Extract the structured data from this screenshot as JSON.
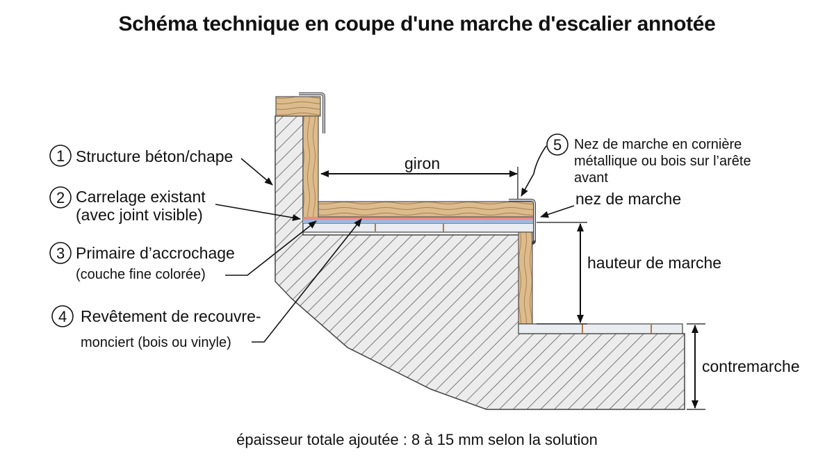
{
  "title": "Schéma technique en coupe d'une marche d'escalier annotée",
  "labels": {
    "item1": {
      "num": "1",
      "text": "Structure béton/chape"
    },
    "item2": {
      "num": "2",
      "line1": "Carrelage existant",
      "line2": "(avec joint visible)"
    },
    "item3": {
      "num": "3",
      "line1": "Primaire d’accrochage",
      "line2": "(couche fine colorée)"
    },
    "item4": {
      "num": "4",
      "line1": "Revêtement de recouvre-",
      "line2": "monciert (bois ou vinyle)"
    },
    "item5": {
      "num": "5",
      "line1": "Nez de marche en cornière",
      "line2": "métallique ou bois sur l’arête",
      "line3": "avant"
    }
  },
  "dimensions": {
    "giron": "giron",
    "nez": "nez de marche",
    "hauteur": "hauteur de marche",
    "contremarche": "contremarche"
  },
  "footnote": "épaisseur totale ajoutée : 8 à 15 mm selon la solution",
  "colors": {
    "wood": "#d9b98a",
    "wood_grain": "#a07a4a",
    "tile": "#e9ecf0",
    "primer": "#e98a8a",
    "primer_blue": "#9fb8dd",
    "metal": "#b8bcc2",
    "hatch": "#555555"
  }
}
